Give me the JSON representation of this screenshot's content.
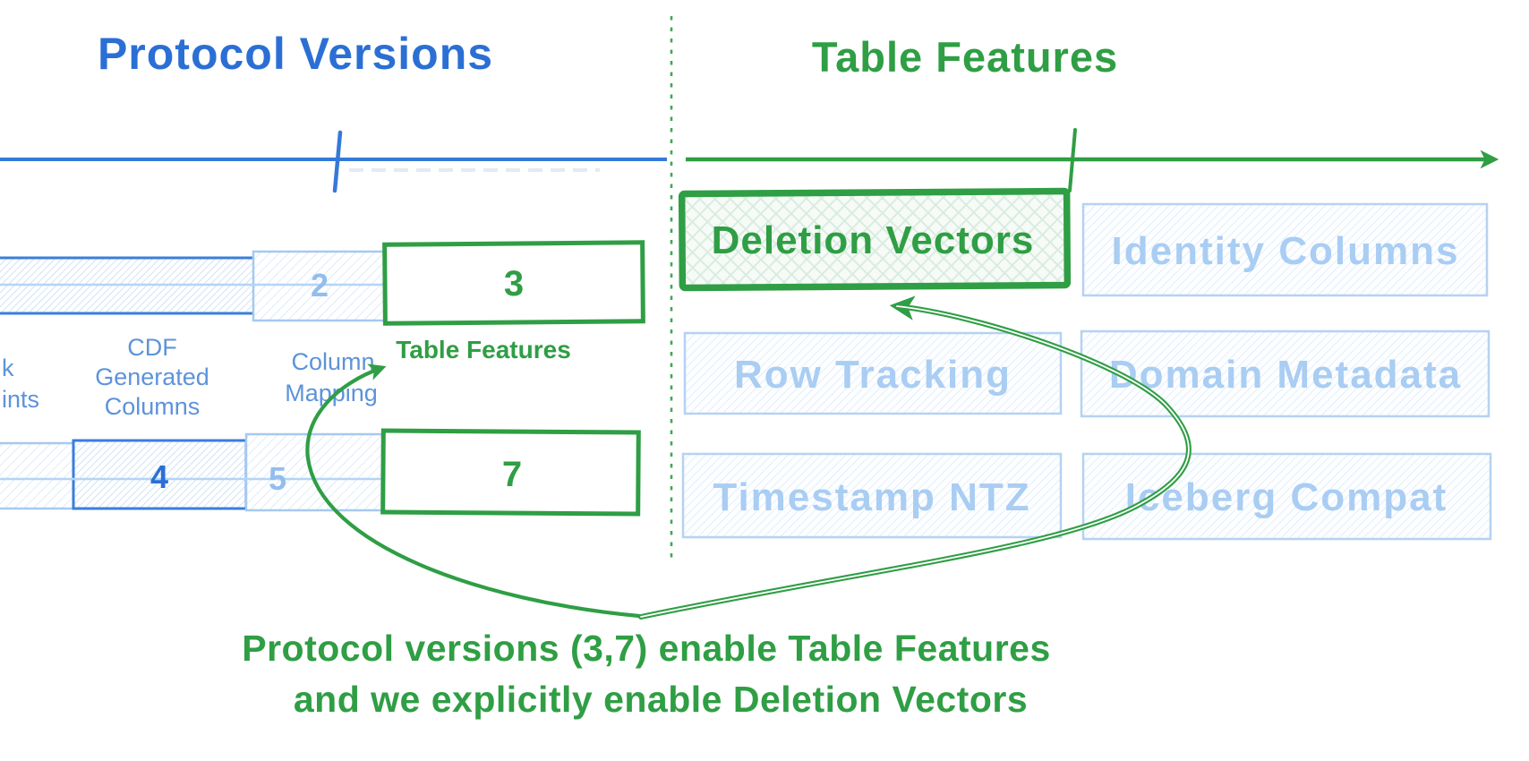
{
  "colors": {
    "blue": "#2b6fd4",
    "light_blue": "#a9cdf3",
    "green": "#2f9e44"
  },
  "left_panel": {
    "title": "Protocol Versions",
    "version_boxes": {
      "v2": "2",
      "v3": "3",
      "v4": "4",
      "v5": "5",
      "v7": "7"
    },
    "labels": {
      "check_constraints_cut_line1": "k",
      "check_constraints_cut_line2": "ints",
      "cdf_line1": "CDF",
      "cdf_line2": "Generated",
      "cdf_line3": "Columns",
      "column_mapping_line1": "Column",
      "column_mapping_line2": "Mapping",
      "table_features_pointer": "Table Features"
    }
  },
  "right_panel": {
    "title": "Table Features",
    "features": [
      {
        "label": "Deletion Vectors",
        "state": "enabled"
      },
      {
        "label": "Identity Columns",
        "state": "inactive"
      },
      {
        "label": "Row Tracking",
        "state": "inactive"
      },
      {
        "label": "Domain Metadata",
        "state": "inactive"
      },
      {
        "label": "Timestamp NTZ",
        "state": "inactive"
      },
      {
        "label": "Iceberg Compat",
        "state": "inactive"
      }
    ]
  },
  "annotation": {
    "line1": "Protocol versions (3,7) enable Table Features",
    "line2": "and we explicitly enable Deletion Vectors"
  }
}
